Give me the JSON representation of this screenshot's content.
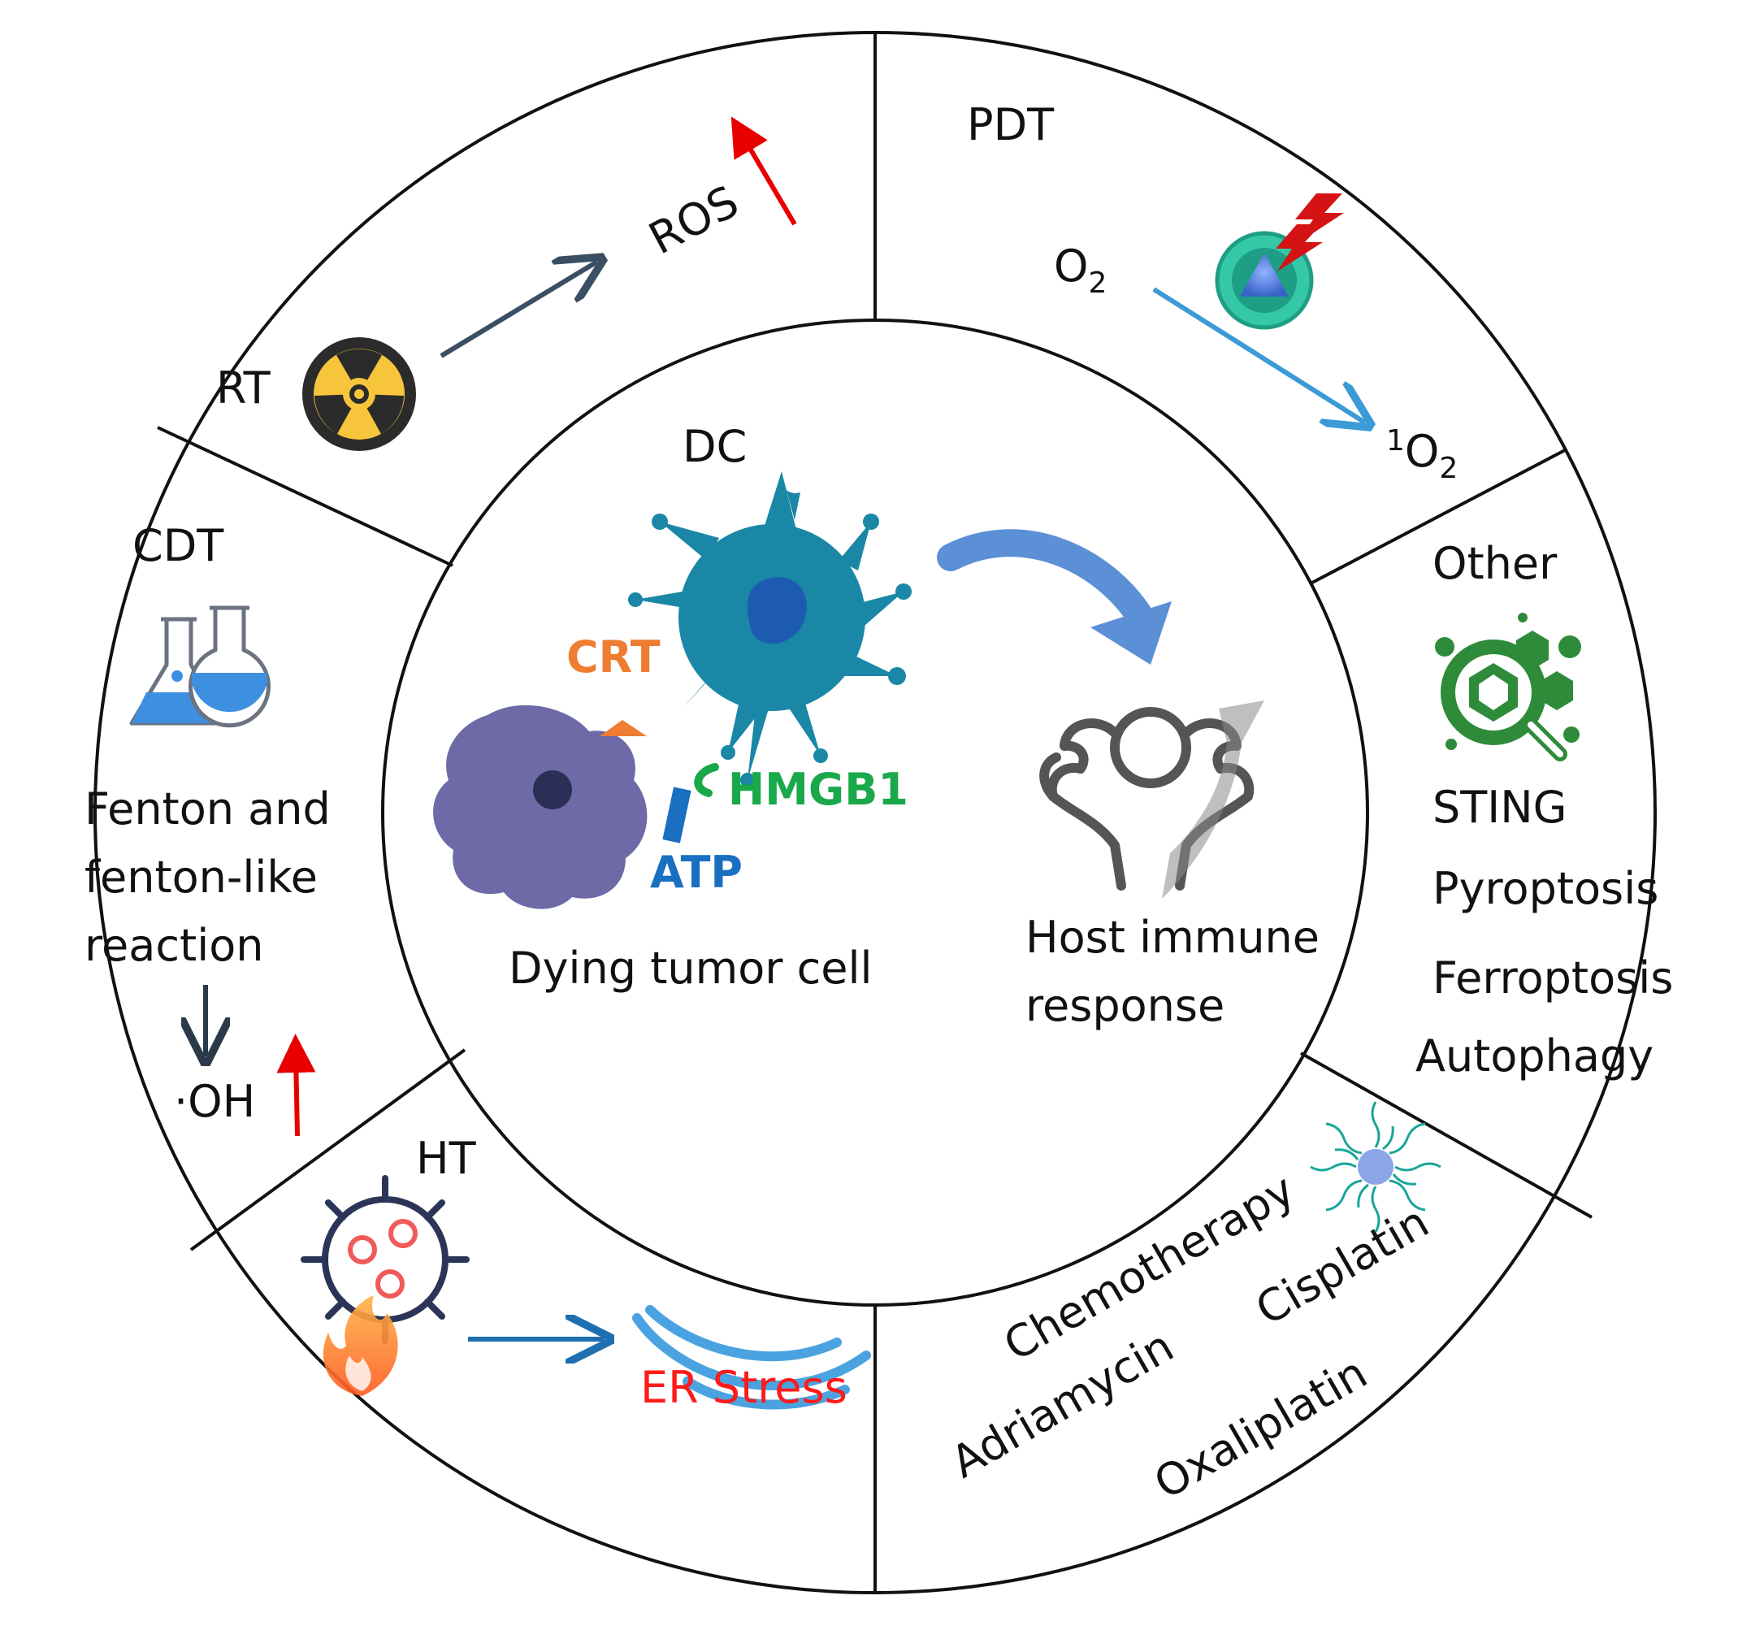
{
  "sectors": {
    "rt": {
      "label": "RT",
      "product": "ROS"
    },
    "pdt": {
      "label": "PDT",
      "reactant": "O",
      "reactant_sub": "2",
      "product_sup": "1",
      "product": "O",
      "product_sub": "2"
    },
    "cdt": {
      "label": "CDT",
      "line1": "Fenton and",
      "line2": "fenton-like",
      "line3": "reaction",
      "product": "·OH"
    },
    "ht": {
      "label": "HT",
      "product": "ER Stress"
    },
    "chemo": {
      "title": "Chemotherapy",
      "drug1": "Cisplatin",
      "drug2": "Adriamycin",
      "drug3": "Oxaliplatin"
    },
    "other": {
      "label": "Other",
      "items": [
        "STING",
        "Pyroptosis",
        "Ferroptosis",
        "Autophagy"
      ]
    }
  },
  "center": {
    "dc": "DC",
    "crt": "CRT",
    "hmgb1": "HMGB1",
    "atp": "ATP",
    "dying_cell": "Dying tumor cell",
    "response_line1": "Host immune",
    "response_line2": "response"
  },
  "colors": {
    "ring_stroke": "#111111",
    "dc_cell": "#1a87a6",
    "tumor_cell": "#6e6aa8",
    "crt": "#ee7d31",
    "hmgb1": "#19a84a",
    "atp": "#1a6fc0",
    "up_arrow": "#e80000",
    "er_stress": "#ff1a1a",
    "ros_arrow": "#3a4f63",
    "pdt_arrow": "#3c9ad6",
    "ht_arrow": "#1f6fb0",
    "immune_arrow": "#5b8fd6"
  },
  "icons": [
    "radiation-icon",
    "flask-icon",
    "nanoparticle-icon",
    "lightning-icon",
    "virus-icon",
    "flame-icon",
    "er-membrane-icon",
    "micelle-icon",
    "molecule-magnifier-icon",
    "muscle-icon"
  ]
}
